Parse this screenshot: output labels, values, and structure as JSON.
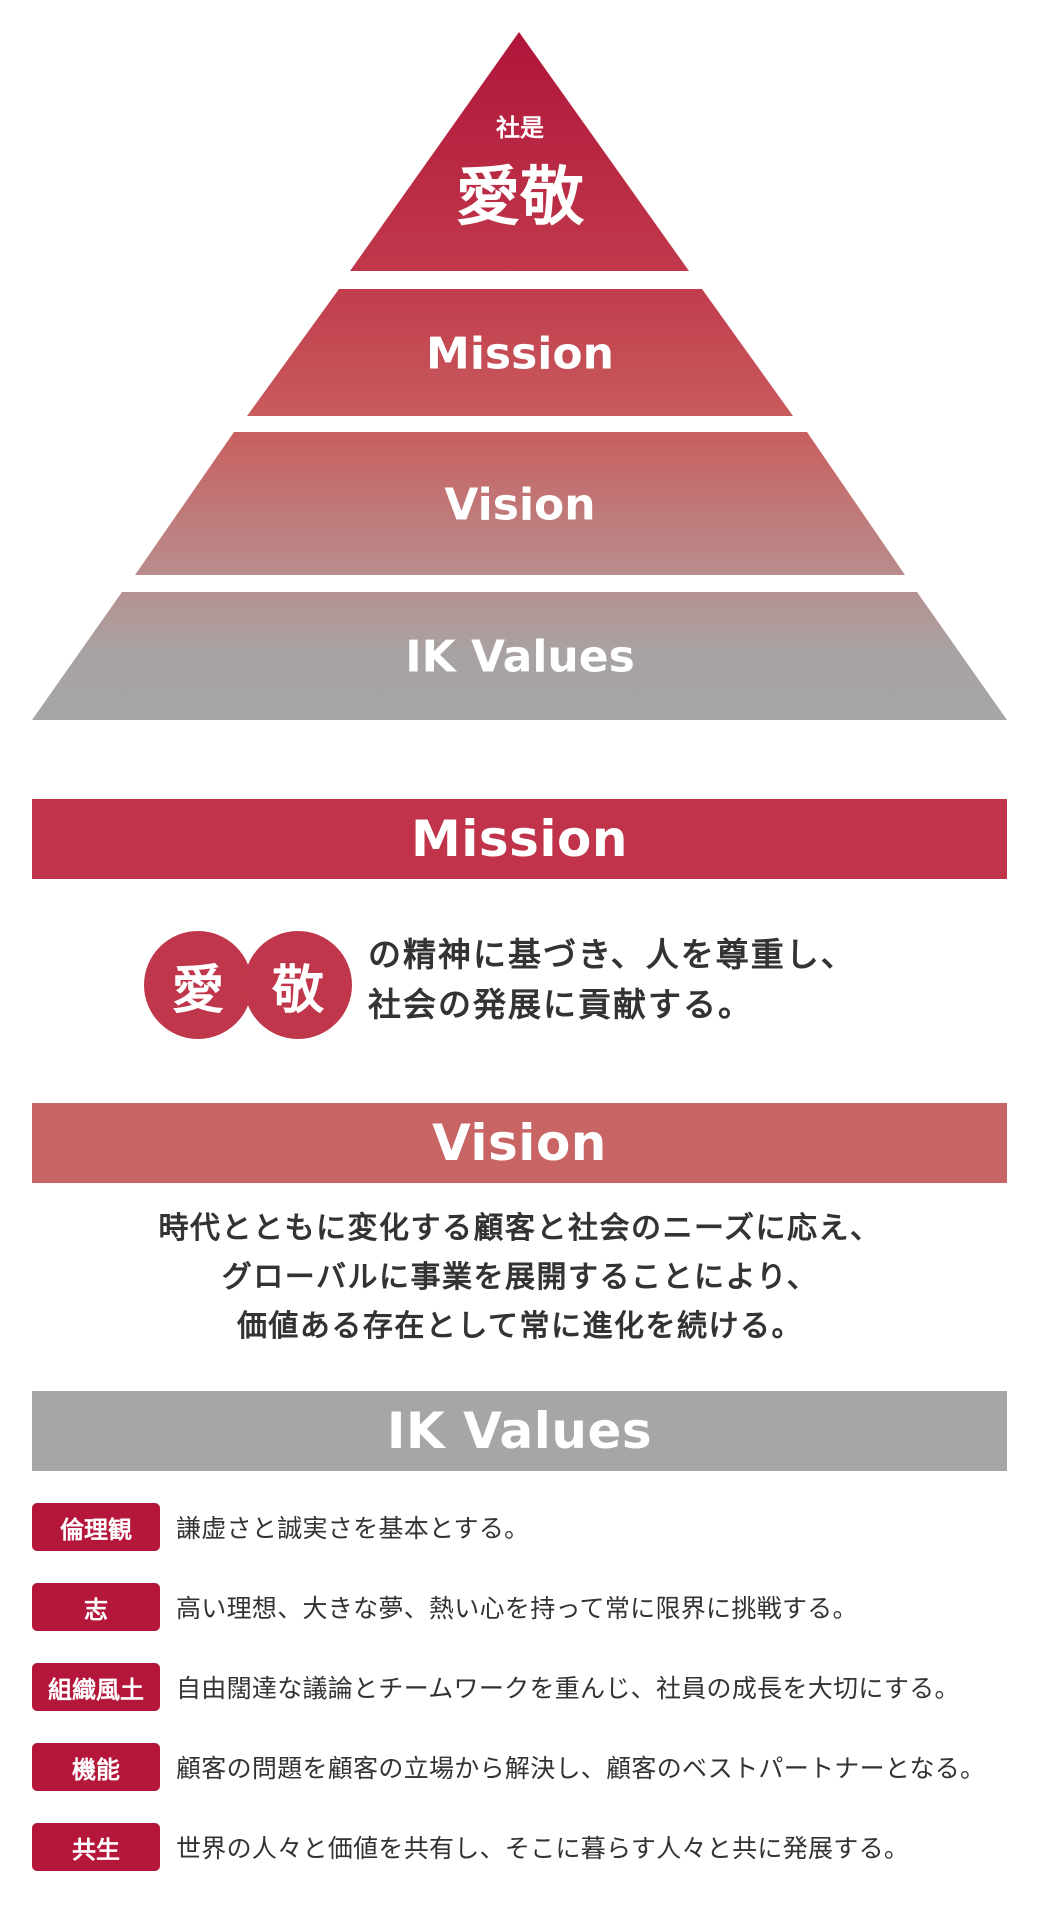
{
  "pyramid": {
    "top_small": "社是",
    "top_large": "愛敬",
    "tier2": "Mission",
    "tier3": "Vision",
    "tier4": "IK Values"
  },
  "mission": {
    "heading": "Mission",
    "circle1": "愛",
    "circle2": "敬",
    "lines": [
      "の精神に基づき、人を尊重し、",
      "社会の発展に貢献する。"
    ]
  },
  "vision": {
    "heading": "Vision",
    "lines": [
      "時代とともに変化する顧客と社会のニーズに応え、",
      "グローバルに事業を展開することにより、",
      "価値ある存在として常に進化を続ける。"
    ]
  },
  "values": {
    "heading": "IK Values",
    "items": [
      {
        "label": "倫理観",
        "text": "謙虚さと誠実さを基本とする。"
      },
      {
        "label": "志",
        "text": "高い理想、大きな夢、熱い心を持って常に限界に挑戦する。"
      },
      {
        "label": "組織風土",
        "text": "自由闊達な議論とチームワークを重んじ、社員の成長を大切にする。"
      },
      {
        "label": "機能",
        "text": "顧客の問題を顧客の立場から解決し、顧客のベストパートナーとなる。"
      },
      {
        "label": "共生",
        "text": "世界の人々と価値を共有し、そこに暮らす人々と共に発展する。"
      }
    ]
  },
  "colors": {
    "mission": "#c0334a",
    "vision": "#c96464",
    "values": "#a6a6a6",
    "badge": "#b5173a",
    "text": "#333333"
  }
}
